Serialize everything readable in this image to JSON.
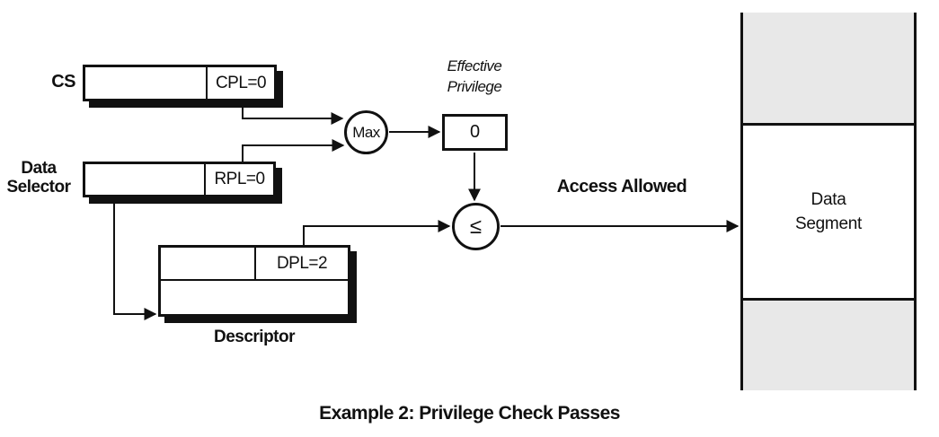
{
  "diagram": {
    "cs_register": {
      "label": "CS",
      "field": "CPL=0"
    },
    "data_selector": {
      "label_line1": "Data",
      "label_line2": "Selector",
      "field": "RPL=0"
    },
    "descriptor": {
      "label": "Descriptor",
      "field": "DPL=2"
    },
    "max_node": {
      "label": "Max"
    },
    "effective_privilege": {
      "caption_line1": "Effective",
      "caption_line2": "Privilege",
      "value": "0"
    },
    "comparator": {
      "symbol": "≤"
    },
    "result_label": "Access Allowed",
    "data_segment": {
      "label_line1": "Data",
      "label_line2": "Segment"
    },
    "caption": "Example 2: Privilege Check Passes",
    "colors": {
      "ink": "#111111",
      "segment_fill": "#e8e8e8",
      "background": "#ffffff"
    }
  }
}
